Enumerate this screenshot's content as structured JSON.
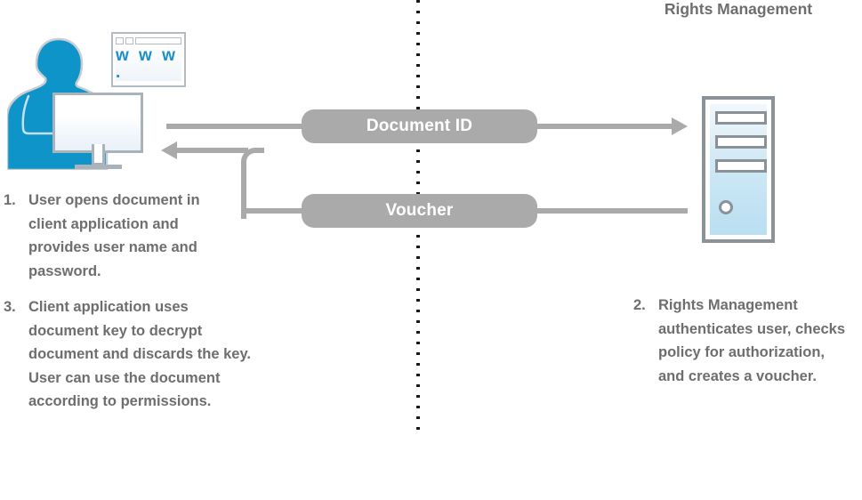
{
  "diagram": {
    "title_right": "Rights Management",
    "divider": {
      "style": "dotted-vertical"
    },
    "colors": {
      "accent_blue": "#0f94c9",
      "www_blue": "#1b8fc9",
      "flow_gray": "#aaaaaa",
      "text_gray": "#6e6e6e",
      "outline_gray": "#8a9197",
      "monitor_gray": "#aab3ba",
      "browser_gray": "#b4bcc2",
      "background": "#ffffff"
    }
  },
  "client": {
    "person_label": "user-silhouette",
    "browser": {
      "address_bar": "",
      "content_text": "w w w ."
    },
    "monitor_label": "client-monitor"
  },
  "server": {
    "label": "rights-management-server",
    "bays": 3,
    "power_button": "power-indicator"
  },
  "flows": [
    {
      "id": "document-id",
      "label": "Document ID",
      "direction": "client-to-server"
    },
    {
      "id": "voucher",
      "label": "Voucher",
      "direction": "server-to-client"
    }
  ],
  "steps": [
    {
      "number": "1.",
      "text": "User opens document in client application and provides user name and password.",
      "side": "left"
    },
    {
      "number": "2.",
      "text": "Rights Management authenticates user, checks policy for authorization, and creates a voucher.",
      "side": "right"
    },
    {
      "number": "3.",
      "text": "Client application uses document key to decrypt document and discards the key. User can use the document according to permissions.",
      "side": "left"
    }
  ]
}
